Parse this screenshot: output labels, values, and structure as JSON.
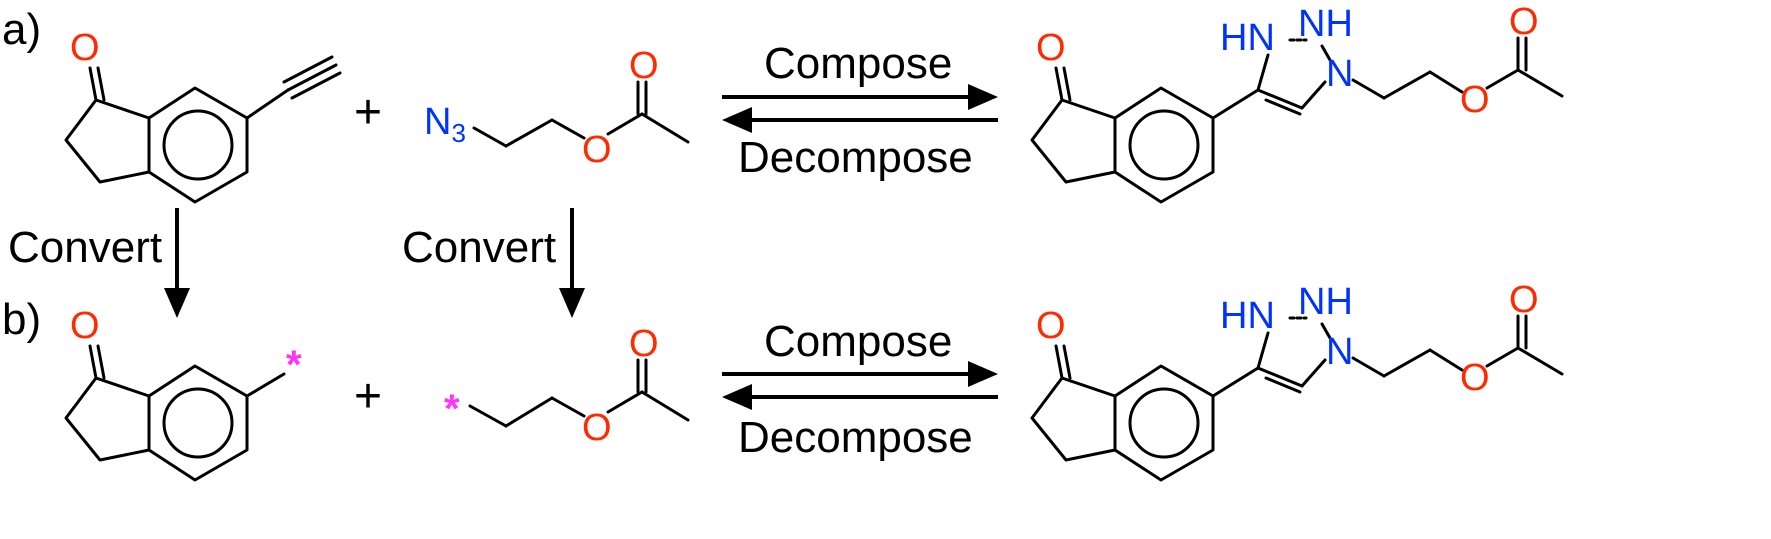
{
  "panels": {
    "a": {
      "label": "a)"
    },
    "b": {
      "label": "b)"
    }
  },
  "reaction": {
    "compose_label": "Compose",
    "decompose_label": "Decompose",
    "convert_label": "Convert",
    "plus": "+"
  },
  "atoms": {
    "oxygen": "O",
    "azide_n": "N",
    "azide_sub": "3",
    "nh": "NH",
    "hn": "HN",
    "n": "N",
    "star": "*"
  },
  "colors": {
    "oxygen": "#ff2a00",
    "nitrogen": "#0033ff",
    "wildcard": "#ff33ff",
    "bond": "#000000"
  }
}
